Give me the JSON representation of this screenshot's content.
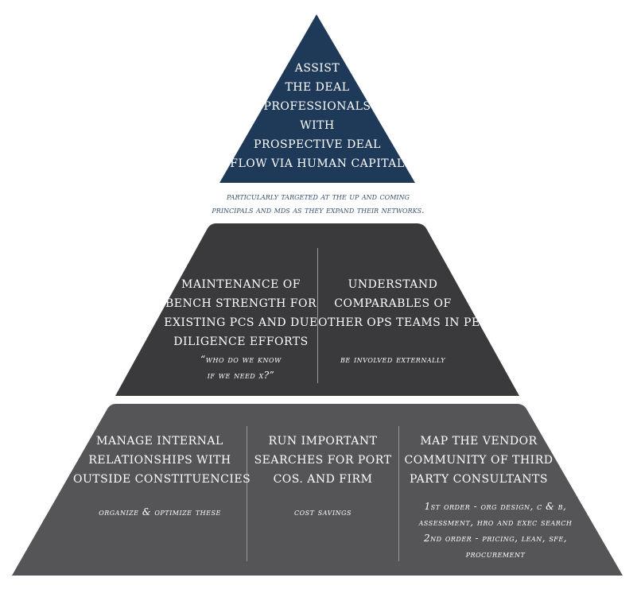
{
  "colors": {
    "apex": "#1f3a58",
    "middle": "#3a3a3d",
    "base": "#555558",
    "divider": "#9a9a9c",
    "note": "#34506f"
  },
  "apex": {
    "lines": [
      "ASSIST",
      "THE DEAL",
      "PROFESSIONALS",
      "WITH",
      "PROSPECTIVE DEAL",
      "FLOW VIA HUMAN CAPITAL"
    ]
  },
  "apex_note": {
    "lines": [
      "particularly targeted at the up and coming",
      "principals and mds as they expand their networks."
    ]
  },
  "middle": {
    "left": {
      "lines": [
        "MAINTENANCE OF",
        "BENCH STRENGTH FOR",
        "EXISTING PCS AND DUE",
        "DILIGENCE EFFORTS"
      ],
      "sub": [
        "“who do we know",
        "if we need x?”"
      ]
    },
    "right": {
      "lines": [
        "UNDERSTAND",
        "COMPARABLES OF",
        "OTHER OPS TEAMS IN PE"
      ],
      "sub": [
        "be involved externally"
      ]
    }
  },
  "base": {
    "left": {
      "lines": [
        "MANAGE INTERNAL",
        "RELATIONSHIPS WITH",
        "OUTSIDE CONSTITUENCIES"
      ],
      "sub": [
        "organize & optimize these"
      ]
    },
    "center": {
      "lines": [
        "RUN IMPORTANT",
        "SEARCHES FOR PORT",
        "COS. AND FIRM"
      ],
      "sub": [
        "cost savings"
      ]
    },
    "right": {
      "lines": [
        "MAP THE VENDOR",
        "COMMUNITY OF THIRD",
        "PARTY CONSULTANTS"
      ],
      "sub": [
        "1st order - org design, c & b,",
        "assessment, hro and exec search",
        "2nd order - pricing, lean, sfe,",
        "procurement"
      ]
    }
  }
}
